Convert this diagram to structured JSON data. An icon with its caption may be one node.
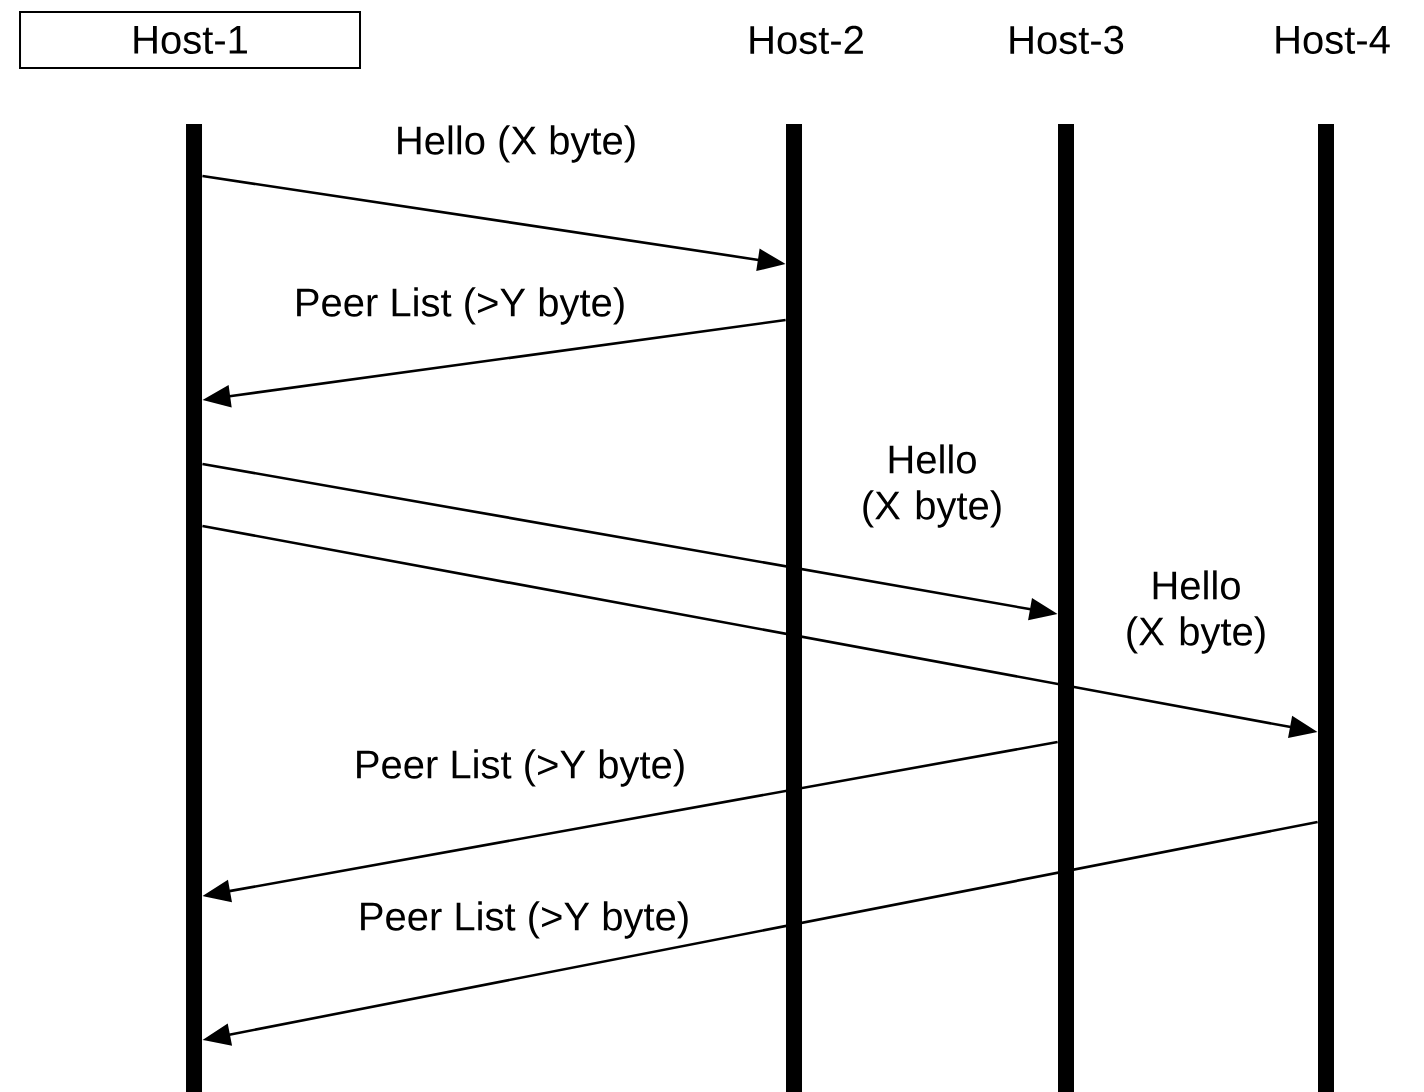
{
  "diagram": {
    "nodes": [
      {
        "text": [
          "Host-1"
        ]
      },
      {
        "text": [
          "Host-2"
        ]
      },
      {
        "text": [
          "Host-3"
        ]
      },
      {
        "text": [
          "Host-4"
        ]
      },
      {
        "text": [],
        "shape": "bar"
      },
      {
        "text": [],
        "shape": "bar"
      },
      {
        "text": [],
        "shape": "bar"
      },
      {
        "text": [],
        "shape": "bar"
      }
    ],
    "edges": [
      {
        "from": 4,
        "to": 5,
        "arrow": "to",
        "label": "Hello (X byte)"
      },
      {
        "from": 5,
        "to": 4,
        "arrow": "to",
        "label": "Peer List (>Y byte)"
      },
      {
        "from": 4,
        "to": 6,
        "arrow": "to",
        "label": "Hello (X byte)"
      },
      {
        "from": 4,
        "to": 7,
        "arrow": "to",
        "label": "Hello (X byte)"
      },
      {
        "from": 6,
        "to": 4,
        "arrow": "to",
        "label": "Peer List (>Y byte)"
      },
      {
        "from": 7,
        "to": 4,
        "arrow": "to",
        "label": "Peer List (>Y byte)"
      }
    ]
  }
}
